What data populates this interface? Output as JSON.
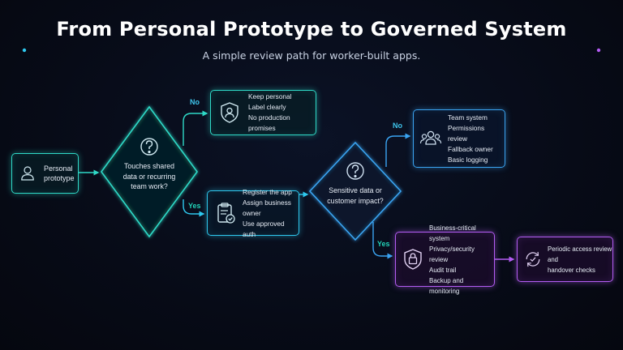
{
  "header": {
    "title": "From Personal Prototype to Governed System",
    "subtitle": "A simple review path for worker-built apps."
  },
  "nodes": {
    "start": {
      "lines": [
        "Personal",
        "prototype"
      ]
    },
    "decision1": {
      "lines": [
        "Touches shared",
        "data or recurring",
        "team work?"
      ]
    },
    "keep_personal": {
      "lines": [
        "Keep personal",
        "Label clearly",
        "No production promises"
      ]
    },
    "register": {
      "lines": [
        "Register the app",
        "Assign business owner",
        "Use approved auth"
      ]
    },
    "decision2": {
      "lines": [
        "Sensitive data or",
        "customer impact?"
      ]
    },
    "team_system": {
      "lines": [
        "Team system",
        "Permissions review",
        "Fallback owner",
        "Basic logging"
      ]
    },
    "critical": {
      "lines": [
        "Business-critical system",
        "Privacy/security review",
        "Audit trail",
        "Backup and monitoring"
      ]
    },
    "periodic": {
      "lines": [
        "Periodic access review and",
        "handover checks"
      ]
    }
  },
  "labels": {
    "no": "No",
    "yes": "Yes"
  },
  "colors": {
    "teal": "#2fd9c7",
    "cyan": "#2ec9ef",
    "blue": "#3aa4f2",
    "purple": "#b35cf2",
    "yes_label": "#22d3b9",
    "no_label": "#3ec5ec"
  },
  "icons": {
    "start": "person-icon",
    "decision": "question-icon",
    "keep_personal": "shield-person-icon",
    "register": "clipboard-check-icon",
    "team_system": "team-icon",
    "critical": "lock-shield-icon",
    "periodic": "refresh-check-icon"
  }
}
